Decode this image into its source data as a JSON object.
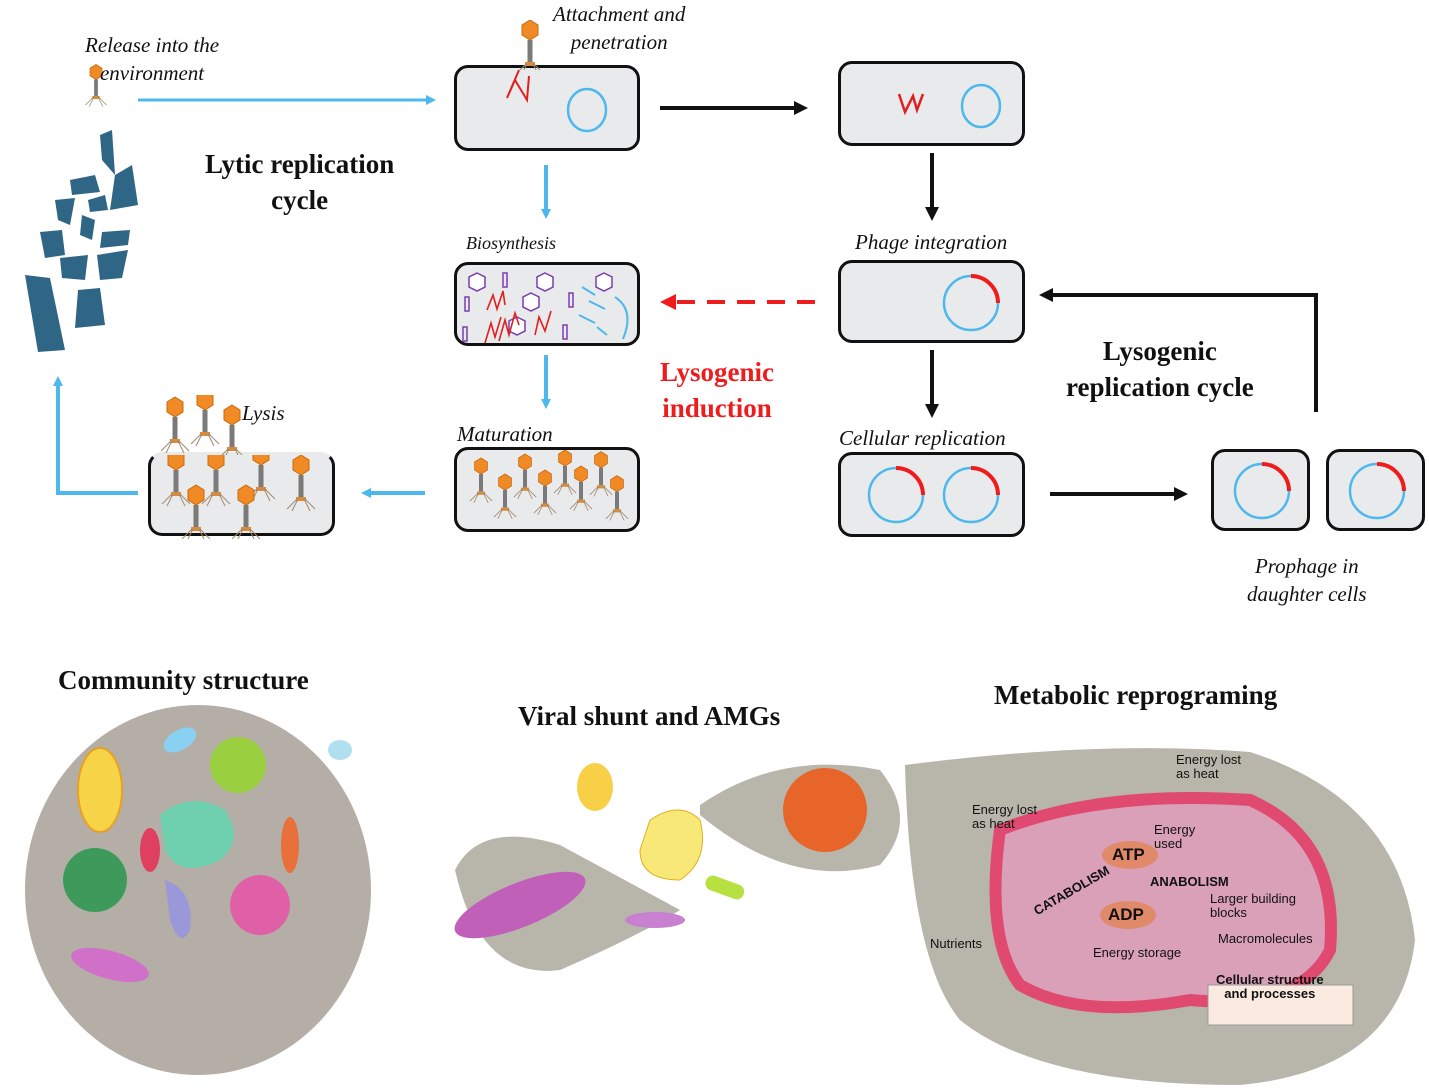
{
  "lytic": {
    "title_line1": "Lytic replication",
    "title_line2": "cycle",
    "release_line1": "Release into the",
    "release_line2": "environment",
    "attach_line1": "Attachment and",
    "attach_line2": "penetration",
    "biosynthesis": "Biosynthesis",
    "maturation": "Maturation",
    "lysis": "Lysis"
  },
  "lysogenic": {
    "title_line1": "Lysogenic",
    "title_line2": "replication cycle",
    "integration": "Phage integration",
    "cellular_replication": "Cellular replication",
    "prophage_line1": "Prophage in",
    "prophage_line2": "daughter cells",
    "induction_line1": "Lysogenic",
    "induction_line2": "induction"
  },
  "bottom": {
    "community": "Community structure",
    "viral_shunt": "Viral shunt and AMGs",
    "metabolic": "Metabolic reprograming"
  },
  "metabolism": {
    "heat1_line1": "Energy lost",
    "heat1_line2": "as heat",
    "heat2_line1": "Energy lost",
    "heat2_line2": "as heat",
    "energy_used_line1": "Energy",
    "energy_used_line2": "used",
    "atp": "ATP",
    "adp": "ADP",
    "catabolism": "CATABOLISM",
    "anabolism": "ANABOLISM",
    "larger_line1": "Larger building",
    "larger_line2": "blocks",
    "nutrients": "Nutrients",
    "energy_storage": "Energy storage",
    "macromolecules": "Macromolecules",
    "cellular_line1": "Cellular structure",
    "cellular_line2": "and processes"
  },
  "colors": {
    "lytic_arrow": "#4db8ec",
    "lysogenic_arrow": "#111111",
    "induction": "#ee1c1c",
    "phage_head": "#f08a24",
    "cell_fill": "#e9eaeb",
    "debris": "#2f6685",
    "env_gray": "#b8b5ab"
  }
}
